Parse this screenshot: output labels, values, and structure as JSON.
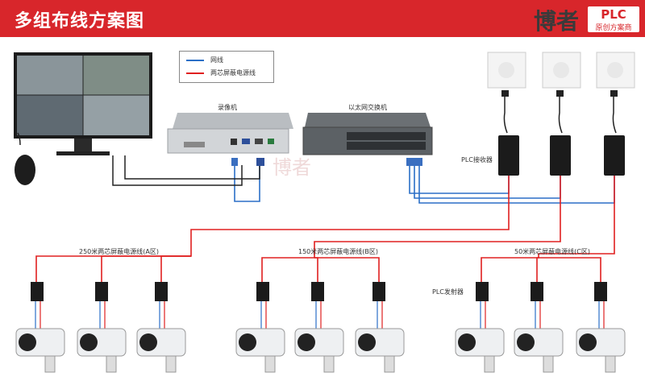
{
  "header": {
    "title": "多组布线方案图",
    "brand_text": "博者",
    "plc_logo": "PLC",
    "plc_sub": "原创方案商"
  },
  "legend": {
    "network_label": "网线",
    "power_label": "两芯屏蔽电源线",
    "network_color": "#2b6fc7",
    "power_color": "#e02020"
  },
  "devices": {
    "nvr_label": "录像机",
    "switch_label": "以太网交换机",
    "plc_receiver_label": "PLC接收器",
    "plc_transmitter_label": "PLC发射器"
  },
  "zones": [
    {
      "label": "250米两芯屏蔽电源线(A区)"
    },
    {
      "label": "150米两芯屏蔽电源线(B区)"
    },
    {
      "label": "50米两芯屏蔽电源线(C区)"
    }
  ],
  "watermark": "博者",
  "icons": [
    "monitor-icon",
    "mouse-icon",
    "nvr-icon",
    "switch-icon",
    "wall-socket-icon",
    "power-adapter-icon",
    "plc-transmitter-icon",
    "bullet-camera-icon"
  ]
}
